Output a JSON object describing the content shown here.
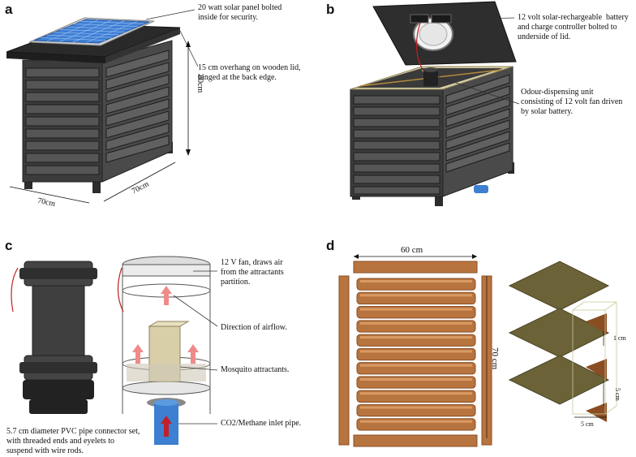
{
  "panels": {
    "a": {
      "letter": "a",
      "note_panel": "20 watt solar panel bolted\ninside for security.",
      "note_lid": "15 cm overhang on wooden lid,\nhinged at the back edge.",
      "dim_height": "80cm",
      "dim_width": "70cm",
      "dim_depth": "70cm"
    },
    "b": {
      "letter": "b",
      "note_battery": "12 volt solar-rechargeable  battery\nand charge controller bolted to\nunderside of lid.",
      "note_odour": "Odour-dispensing unit\nconsisting of 12 volt fan driven\nby solar battery."
    },
    "c": {
      "letter": "c",
      "note_fan": "12 V fan, draws air\nfrom the attractants\npartition.",
      "note_airflow": "Direction of airflow.",
      "note_attractants": "Mosquito attractants.",
      "note_inlet": "CO2/Methane inlet pipe.",
      "note_pvc": "5.7 cm diameter PVC pipe connector set,\nwith threaded ends and eyelets to\nsuspend with wire rods."
    },
    "d": {
      "letter": "d",
      "dim_width": "60 cm",
      "dim_height": "70 cm",
      "dim_gap": "1 cm",
      "dim_slat": "5 cm",
      "dim_depth": "5 cm",
      "slat_count": 11
    }
  },
  "colors": {
    "box_dark": "#3a3a3a",
    "box_mid": "#5a5a5a",
    "solar_blue": "#3f7fd6",
    "wood": "#b8743f",
    "wood_dark": "#8a4e22",
    "olive": "#6b6238",
    "tan": "#d8cfa8",
    "arrow_pink": "#f08a8a",
    "inlet_blue": "#3d7fd0"
  }
}
